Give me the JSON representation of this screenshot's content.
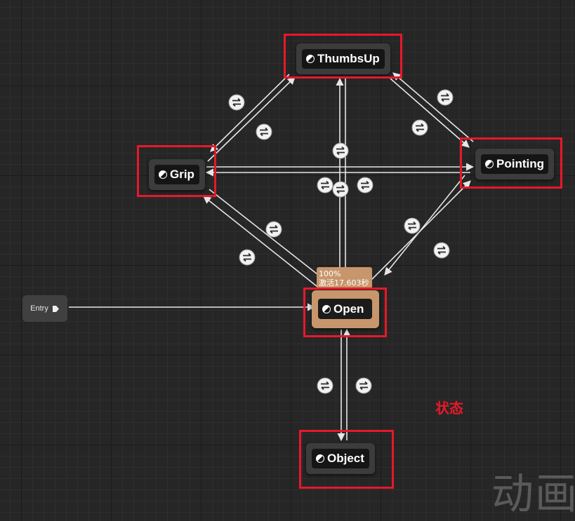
{
  "entry": {
    "label": "Entry"
  },
  "states": {
    "thumbsup": {
      "label": "ThumbsUp"
    },
    "grip": {
      "label": "Grip"
    },
    "pointing": {
      "label": "Pointing"
    },
    "open": {
      "label": "Open",
      "progress_text": "100%",
      "status_text": "激活17.603秒"
    },
    "object": {
      "label": "Object"
    }
  },
  "annotation": {
    "text": "状态"
  },
  "watermark": {
    "text": "动画"
  },
  "colors": {
    "grid_bg": "#262626",
    "node_bg": "#3c3c3c",
    "active_node": "#c8966c",
    "highlight_box": "#e8182a",
    "transition_line": "#e6e6e6"
  },
  "transitions": [
    {
      "from": "Entry",
      "to": "Open"
    },
    {
      "from": "Open",
      "to": "ThumbsUp"
    },
    {
      "from": "ThumbsUp",
      "to": "Open"
    },
    {
      "from": "Open",
      "to": "Grip"
    },
    {
      "from": "Grip",
      "to": "Open"
    },
    {
      "from": "Open",
      "to": "Pointing"
    },
    {
      "from": "Pointing",
      "to": "Open"
    },
    {
      "from": "Grip",
      "to": "ThumbsUp"
    },
    {
      "from": "ThumbsUp",
      "to": "Grip"
    },
    {
      "from": "ThumbsUp",
      "to": "Pointing"
    },
    {
      "from": "Pointing",
      "to": "ThumbsUp"
    },
    {
      "from": "Grip",
      "to": "Pointing"
    },
    {
      "from": "Pointing",
      "to": "Grip"
    },
    {
      "from": "Open",
      "to": "Object"
    },
    {
      "from": "Object",
      "to": "Open"
    }
  ]
}
